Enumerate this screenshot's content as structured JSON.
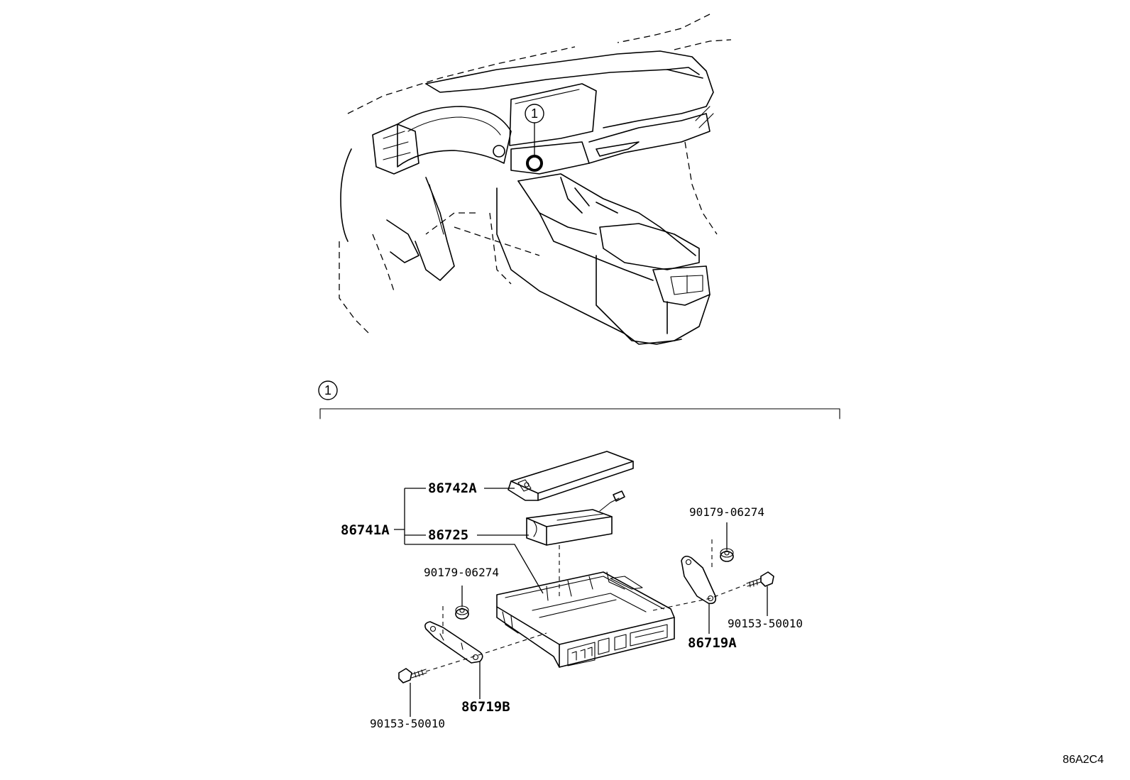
{
  "diagram_code": "86A2C4",
  "reference_marker": "1",
  "parts": {
    "assembly": "86741A",
    "cover": "86742A",
    "module": "86725",
    "bracket_left": "86719B",
    "bracket_right": "86719A",
    "nut_left": "90179-06274",
    "nut_right": "90179-06274",
    "bolt_left": "90153-50010",
    "bolt_right": "90153-50010"
  }
}
